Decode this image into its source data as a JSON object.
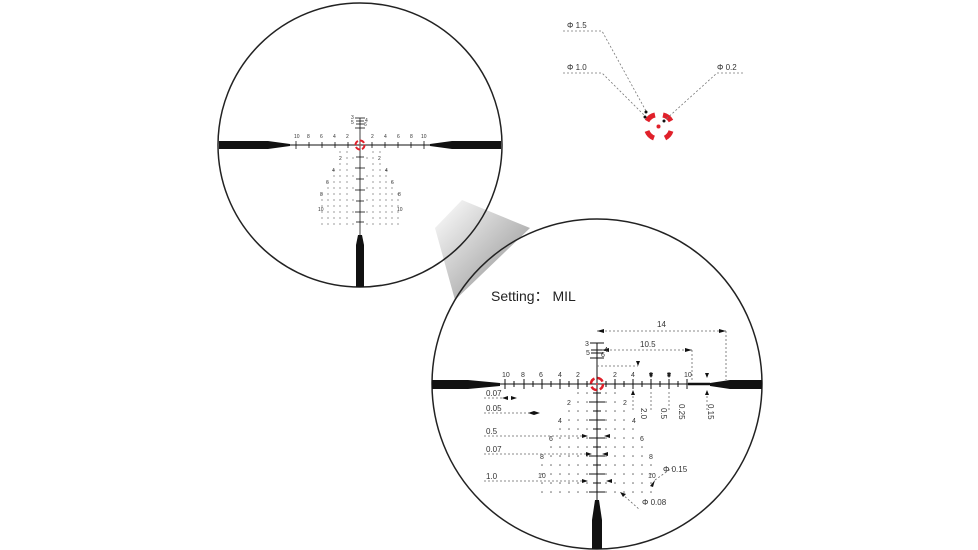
{
  "setting": {
    "label": "Setting：",
    "value": "MIL"
  },
  "colors": {
    "reticle": "#111111",
    "center": "#e0202a",
    "dash": "#777777",
    "callout_fill": "#9a9a9a"
  },
  "small_view": {
    "horizontal_labels_left": [
      "10",
      "8",
      "6",
      "4",
      "2"
    ],
    "horizontal_labels_right": [
      "2",
      "4",
      "6",
      "8",
      "10"
    ],
    "top_ladder": [
      "3",
      "4",
      "5",
      "6"
    ],
    "tree_labels_left": [
      "2",
      "4",
      "6",
      "8",
      "10"
    ],
    "tree_labels_right": [
      "2",
      "4",
      "6",
      "8",
      "10"
    ]
  },
  "center_detail": {
    "labels": [
      "Φ 1.5",
      "Φ 1.0",
      "Φ 0.2"
    ]
  },
  "large_view": {
    "horizontal_labels_left": [
      "10",
      "8",
      "6",
      "4",
      "2"
    ],
    "horizontal_labels_right": [
      "2",
      "4",
      "6",
      "8",
      "10"
    ],
    "top_ladder": [
      "3",
      "4",
      "5",
      "6"
    ],
    "tree_labels_left": [
      "2",
      "4",
      "6",
      "8",
      "10"
    ],
    "tree_labels_right": [
      "2",
      "4",
      "6",
      "8",
      "10"
    ],
    "dim_top": [
      "14",
      "10.5"
    ],
    "dim_vertical": [
      "2.0",
      "0.5",
      "0.25",
      "0.15"
    ],
    "dim_left": [
      "0.07",
      "0.05",
      "0.5",
      "0.07",
      "1.0"
    ],
    "dot_labels": [
      "Φ 0.15",
      "Φ 0.08"
    ]
  }
}
